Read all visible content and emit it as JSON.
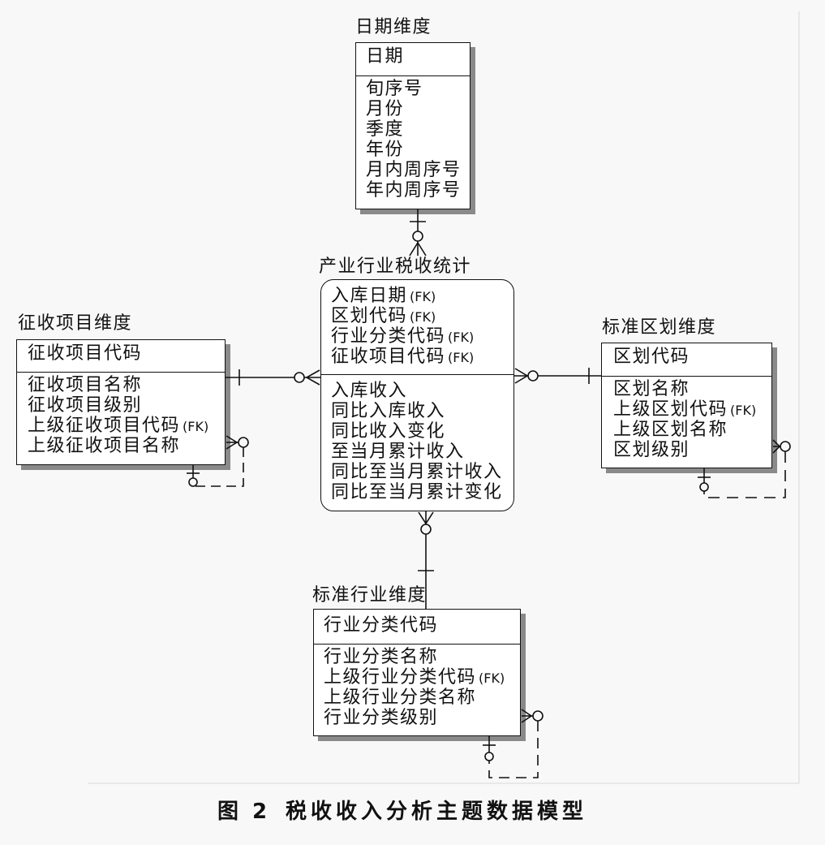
{
  "entities": {
    "date_dim": {
      "title": "日期维度",
      "key": [
        {
          "name": "日期"
        }
      ],
      "attributes": [
        {
          "name": "旬序号"
        },
        {
          "name": "月份"
        },
        {
          "name": "季度"
        },
        {
          "name": "年份"
        },
        {
          "name": "月内周序号"
        },
        {
          "name": "年内周序号"
        }
      ]
    },
    "fact": {
      "title": "产业行业税收统计",
      "key": [
        {
          "name": "入库日期",
          "fk": "(FK)"
        },
        {
          "name": "区划代码",
          "fk": "(FK)"
        },
        {
          "name": "行业分类代码",
          "fk": "(FK)"
        },
        {
          "name": "征收项目代码",
          "fk": "(FK)"
        }
      ],
      "attributes": [
        {
          "name": "入库收入"
        },
        {
          "name": "同比入库收入"
        },
        {
          "name": "同比收入变化"
        },
        {
          "name": "至当月累计收入"
        },
        {
          "name": "同比至当月累计收入"
        },
        {
          "name": "同比至当月累计变化"
        }
      ]
    },
    "tax_item_dim": {
      "title": "征收项目维度",
      "key": [
        {
          "name": "征收项目代码"
        }
      ],
      "attributes": [
        {
          "name": "征收项目名称"
        },
        {
          "name": "征收项目级别"
        },
        {
          "name": "上级征收项目代码",
          "fk": "(FK)"
        },
        {
          "name": "上级征收项目名称"
        }
      ]
    },
    "region_dim": {
      "title": "标准区划维度",
      "key": [
        {
          "name": "区划代码"
        }
      ],
      "attributes": [
        {
          "name": "区划名称"
        },
        {
          "name": "上级区划代码",
          "fk": "(FK)"
        },
        {
          "name": "上级区划名称"
        },
        {
          "name": "区划级别"
        }
      ]
    },
    "industry_dim": {
      "title": "标准行业维度",
      "key": [
        {
          "name": "行业分类代码"
        }
      ],
      "attributes": [
        {
          "name": "行业分类名称"
        },
        {
          "name": "上级行业分类代码",
          "fk": "(FK)"
        },
        {
          "name": "上级行业分类名称"
        },
        {
          "name": "行业分类级别"
        }
      ]
    }
  },
  "caption": {
    "label": "图 2",
    "title": "税收收入分析主题数据模型"
  },
  "colors": {
    "line": "#111111",
    "shadow": "#8a8a8a"
  }
}
